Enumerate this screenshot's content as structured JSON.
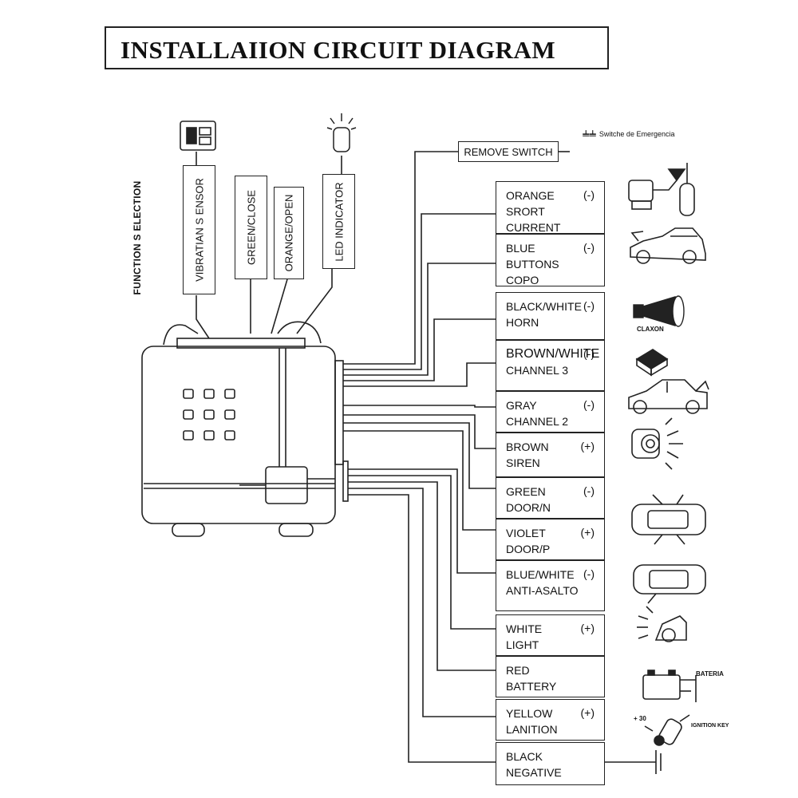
{
  "title": "INSTALLAIION CIRCUIT DIAGRAM",
  "function_selection_label": "FUNCTION S ELECTION",
  "top_labels": [
    "VIBRATIAN S ENSOR",
    "GREEN/CLOSE",
    "ORANGE/OPEN",
    "LED INDICATOR"
  ],
  "remove_switch": "REMOVE SWITCH",
  "emergency_switch": "Switche de Emergencia",
  "wires": [
    {
      "lines": [
        "ORANGE",
        "SRORT",
        "CURRENT"
      ],
      "polarity": "(-)"
    },
    {
      "lines": [
        "BLUE",
        "BUTTONS",
        "COPO"
      ],
      "polarity": "(-)"
    },
    {
      "lines": [
        "BLACK/WHITE",
        "HORN"
      ],
      "polarity": "(-)"
    },
    {
      "lines": [
        "BROWN/WHITE",
        "CHANNEL 3"
      ],
      "polarity": "(-)"
    },
    {
      "lines": [
        "GRAY",
        "CHANNEL 2"
      ],
      "polarity": "(-)"
    },
    {
      "lines": [
        "BROWN",
        "SIREN"
      ],
      "polarity": "(+)"
    },
    {
      "lines": [
        "GREEN",
        "DOOR/N"
      ],
      "polarity": "(-)"
    },
    {
      "lines": [
        "VIOLET",
        "DOOR/P"
      ],
      "polarity": "(+)"
    },
    {
      "lines": [
        "BLUE/WHITE",
        "ANTI-ASALTO"
      ],
      "polarity": "(-)"
    },
    {
      "lines": [
        "WHITE",
        "LIGHT"
      ],
      "polarity": "(+)"
    },
    {
      "lines": [
        "RED",
        "BATTERY"
      ],
      "polarity": ""
    },
    {
      "lines": [
        "YELLOW",
        "LANITION"
      ],
      "polarity": "(+)"
    },
    {
      "lines": [
        "BLACK",
        "NEGATIVE"
      ],
      "polarity": ""
    }
  ],
  "icons": {
    "claxon_label": "CLAXON",
    "battery_label": "BATERIA",
    "ignition_label": "IGNITION KEY",
    "plus30_label": "+ 30"
  },
  "colors": {
    "ink": "#222222",
    "background": "#ffffff"
  }
}
